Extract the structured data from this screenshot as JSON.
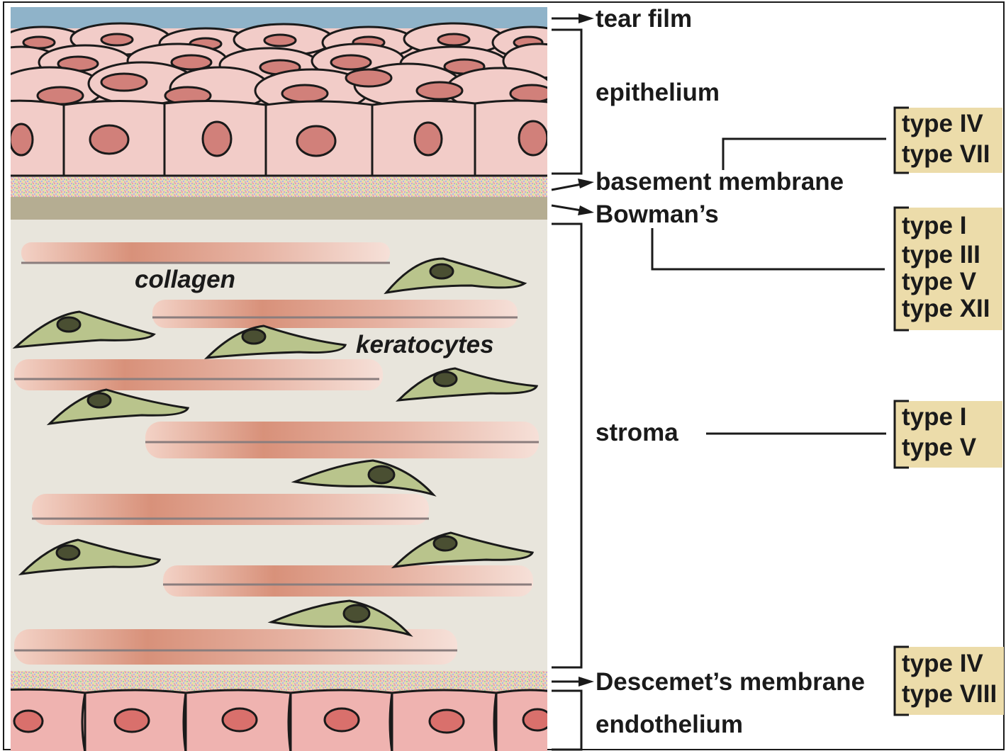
{
  "labels": {
    "tear_film": "tear film",
    "epithelium": "epithelium",
    "basement_membrane": "basement membrane",
    "bowmans": "Bowman’s",
    "stroma": "stroma",
    "descemets": "Descemet’s membrane",
    "endothelium": "endothelium",
    "collagen": "collagen",
    "keratocytes": "keratocytes"
  },
  "collagen_boxes": [
    {
      "layer": "basement membrane",
      "types": [
        "type IV",
        "type VII"
      ]
    },
    {
      "layer": "Bowman’s",
      "types": [
        "type I",
        "type III",
        "type V",
        "type XII"
      ]
    },
    {
      "layer": "stroma",
      "types": [
        "type I",
        "type V"
      ]
    },
    {
      "layer": "Descemet’s membrane",
      "types": [
        "type IV",
        "type VIII"
      ]
    }
  ],
  "colors": {
    "tear_film": "#8fb3c9",
    "epithelial_cell": "#f2ccc8",
    "nucleus": "#d1807a",
    "bowmans": "#b5ad92",
    "stroma_bg": "#e8e5dc",
    "keratocyte": "#b9c48c",
    "keratocyte_nucleus": "#4a4f32",
    "collagen_fiber": "#d99a85",
    "box_fill": "#ecdcaa",
    "endothelial_cell": "#efb3b0"
  }
}
